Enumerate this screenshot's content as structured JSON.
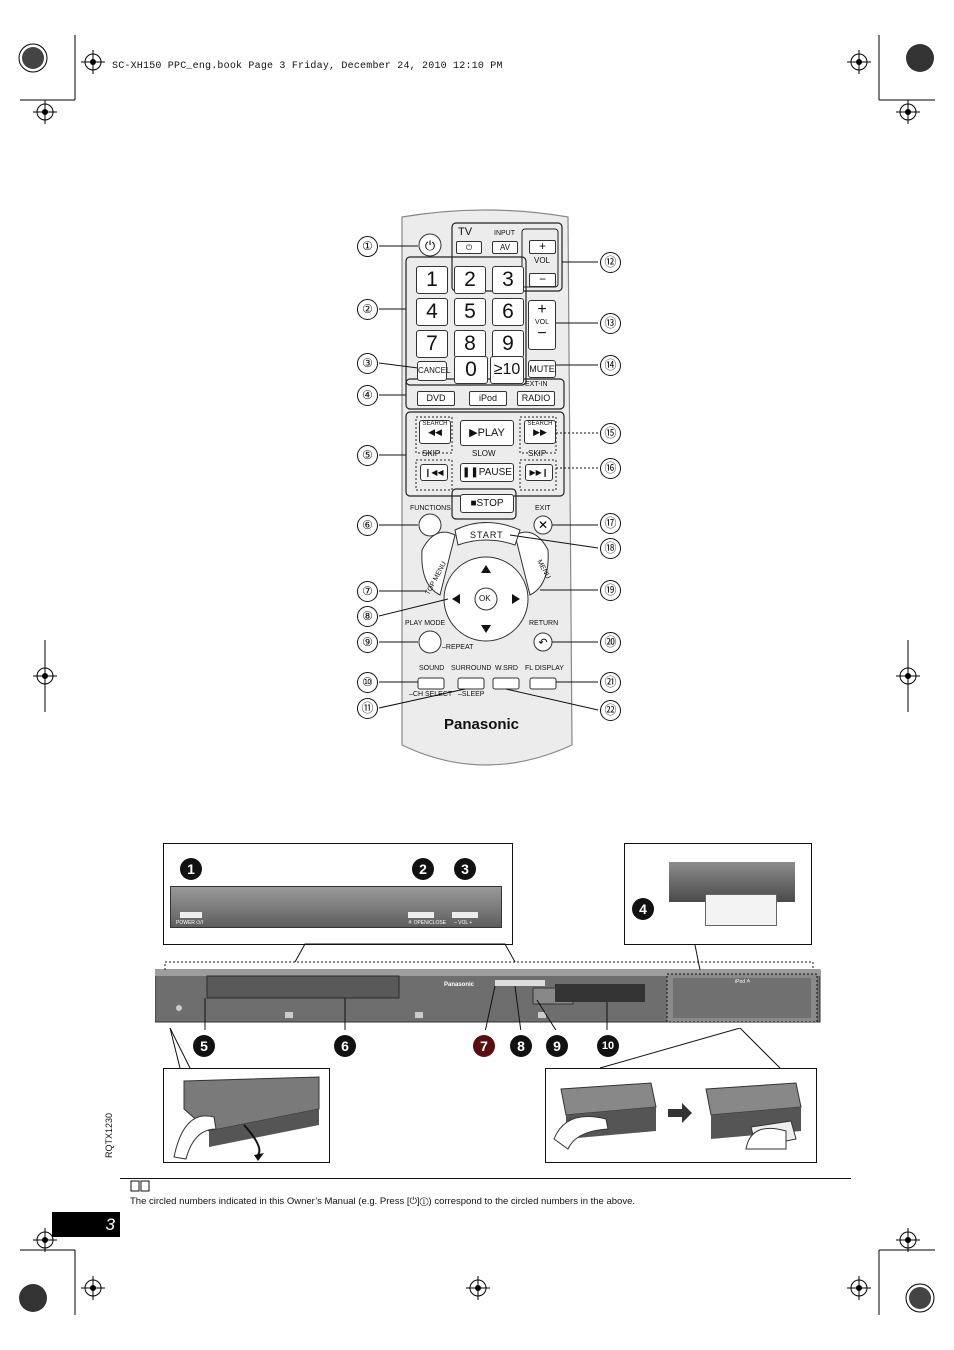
{
  "header": {
    "file_line": "SC-XH150 PPC_eng.book  Page 3  Friday, December 24, 2010  12:10 PM"
  },
  "remote": {
    "tv_label": "TV",
    "input_label": "INPUT",
    "av_label": "AV",
    "vol_label": "VOL",
    "digits": [
      "1",
      "2",
      "3",
      "4",
      "5",
      "6",
      "7",
      "8",
      "9"
    ],
    "zero": "0",
    "ten": "≥10",
    "cancel": "CANCEL",
    "mute": "MUTE",
    "ext_in": "EXT-IN",
    "dvd": "DVD",
    "ipod": "iPod",
    "radio": "RADIO",
    "search": "SEARCH",
    "play": "▶PLAY",
    "slow": "SLOW",
    "skip": "SKIP",
    "pause": "❚❚PAUSE",
    "stop": "■STOP",
    "functions": "FUNCTIONS",
    "exit": "EXIT",
    "start": "START",
    "top_menu": "TOP MENU",
    "menu": "MENU",
    "ok": "OK",
    "play_mode": "PLAY MODE",
    "repeat": "–REPEAT",
    "return": "RETURN",
    "sound": "SOUND",
    "ch_select": "–CH SELECT",
    "surround": "SURROUND",
    "sleep": "–SLEEP",
    "wsrd": "W.SRD",
    "fl_display": "FL DISPLAY",
    "brand": "Panasonic"
  },
  "remote_callouts_left": [
    "①",
    "②",
    "③",
    "④",
    "⑤",
    "⑥",
    "⑦",
    "⑧",
    "⑨",
    "⑩",
    "⑪"
  ],
  "remote_callouts_right": [
    "⑫",
    "⑬",
    "⑭",
    "⑮",
    "⑯",
    "⑰",
    "⑱",
    "⑲",
    "⑳",
    "㉑",
    "㉒"
  ],
  "unit": {
    "callouts_top": [
      "1",
      "2",
      "3"
    ],
    "callout_ipod": "4",
    "callouts_bottom": [
      "5",
      "6",
      "7",
      "8",
      "9",
      "10"
    ],
    "power_label": "POWER ⏻/I",
    "open_close_label": "≙ OPEN/CLOSE",
    "vol_label": "– VOL +",
    "brand": "Panasonic",
    "ipod_label": "iPod ≙"
  },
  "footer": {
    "note": "The circled numbers indicated in this Owner’s Manual (e.g. Press [⏻]①) correspond to the circled numbers in the above.",
    "doc_code": "RQTX1230",
    "page_number": "3"
  }
}
